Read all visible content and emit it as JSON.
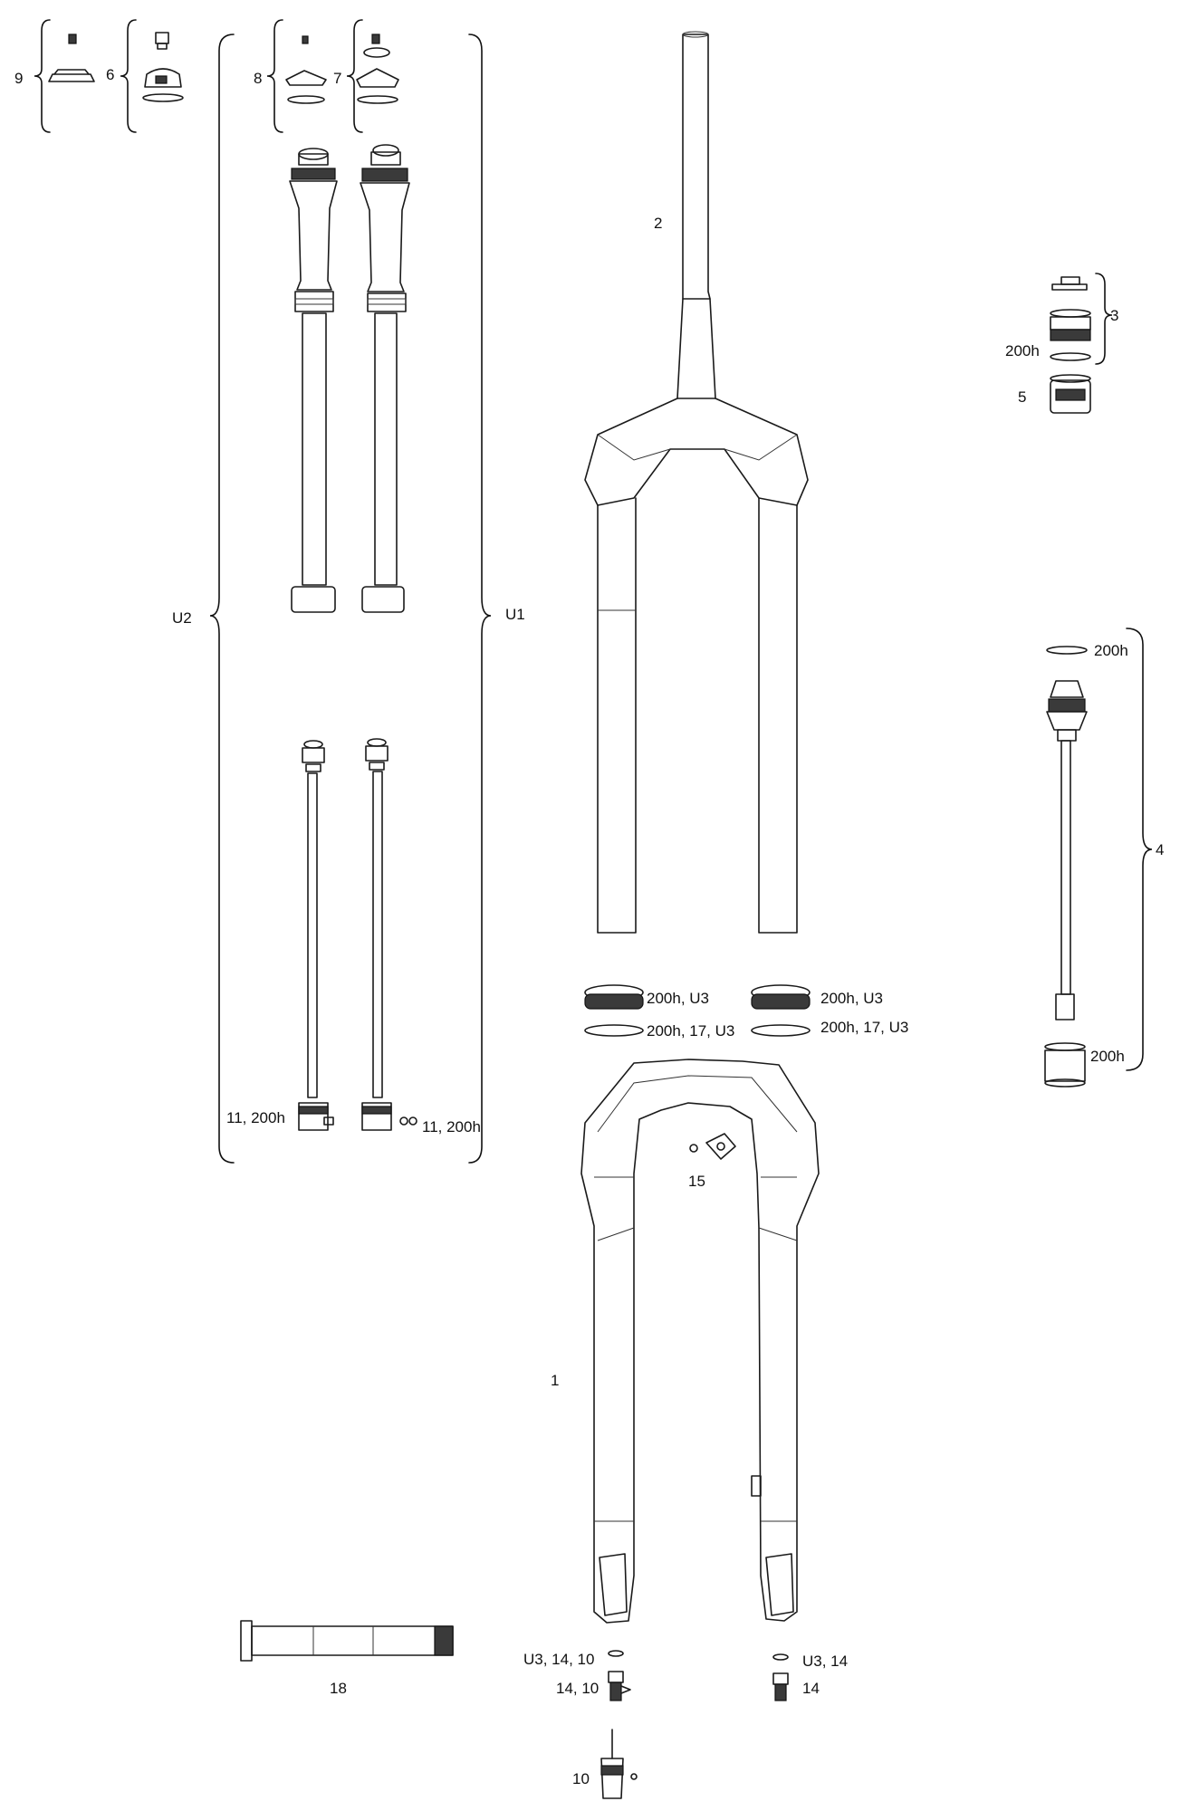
{
  "colors": {
    "line": "#1a1a1a",
    "background": "#ffffff"
  },
  "callouts": {
    "c9": "9",
    "c6": "6",
    "c8": "8",
    "c7": "7",
    "c2": "2",
    "c3": "3",
    "c3_200h": "200h",
    "c5": "5",
    "cU2": "U2",
    "cU1": "U1",
    "c4_top_200h": "200h",
    "c4": "4",
    "c4_bottom_200h": "200h",
    "seal_left_a": "200h, U3",
    "seal_left_b": "200h, 17, U3",
    "seal_right_a": "200h, U3",
    "seal_right_b": "200h, 17, U3",
    "c11_left": "11, 200h",
    "c11_right": "11, 200h",
    "c15": "15",
    "c1": "1",
    "c18": "18",
    "bolt_left_a": "U3, 14, 10",
    "bolt_left_b": "14, 10",
    "bolt_right_a": "U3, 14",
    "bolt_right_b": "14",
    "c10": "10"
  }
}
